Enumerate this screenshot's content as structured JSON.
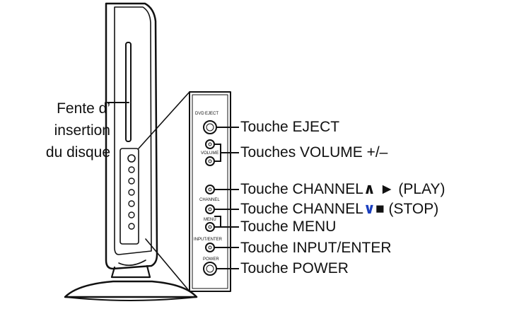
{
  "left_label": {
    "lines": [
      "Fente d’",
      "insertion",
      "du disque"
    ]
  },
  "callouts": [
    {
      "text": "Touche EJECT"
    },
    {
      "text": "Touches VOLUME +/–"
    },
    {
      "text": "Touche CHANNEL",
      "glyph": "∧",
      "suffix": " ► (PLAY)"
    },
    {
      "text": "Touche CHANNEL",
      "glyph": "∨",
      "suffix": "■ (STOP)"
    },
    {
      "text": "Touche MENU"
    },
    {
      "text": "Touche INPUT/ENTER"
    },
    {
      "text": "Touche POWER"
    }
  ],
  "panel_tiny_labels": {
    "dvd": "DVD",
    "eject": "EJECT",
    "volume": "VOLUME",
    "channel": "CHANNEL",
    "menu": "MENU",
    "input_enter": "INPUT/ENTER",
    "power": "POWER"
  },
  "colors": {
    "line": "#111111",
    "button_fill": "#ffffff",
    "glyph_accent": "#1a3fbf"
  }
}
